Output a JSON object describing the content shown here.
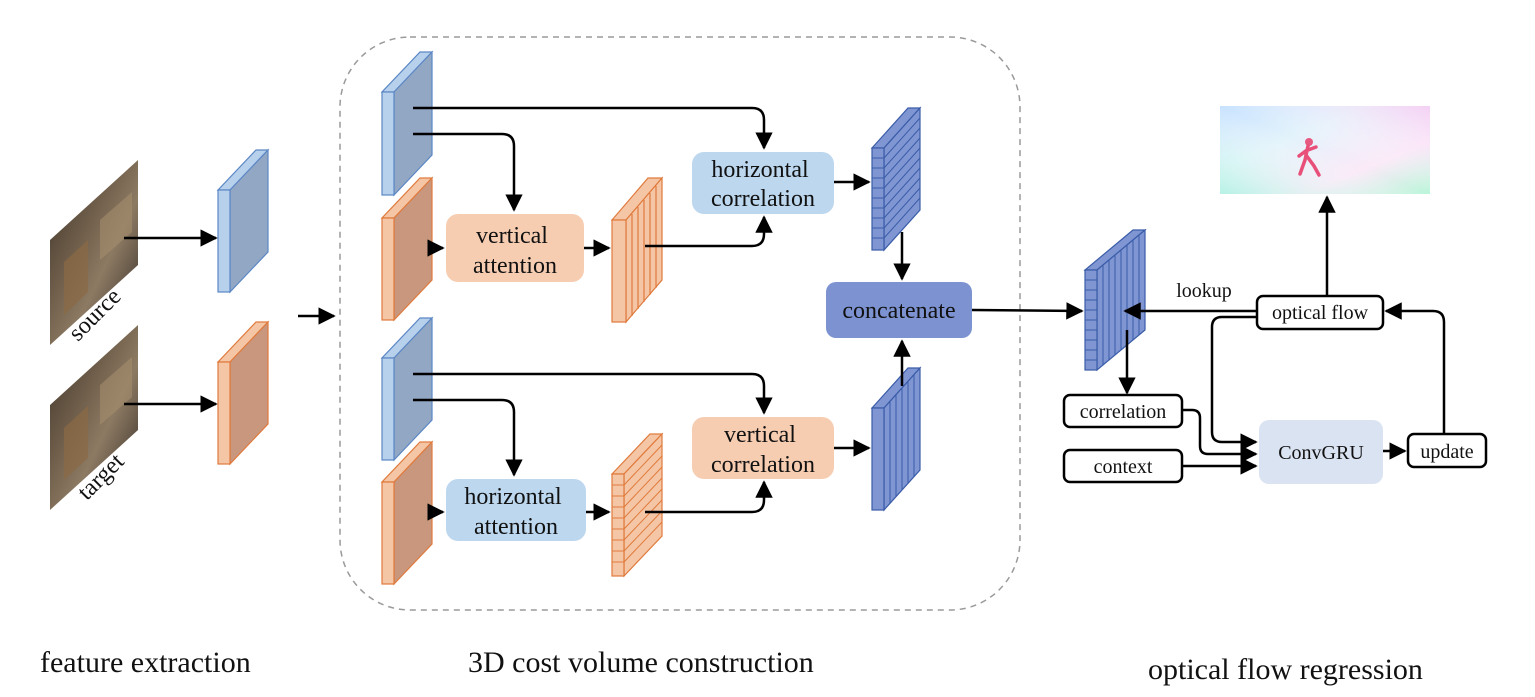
{
  "feature_extraction": {
    "images": [
      {
        "label": "source"
      },
      {
        "label": "target"
      }
    ],
    "caption": "feature extraction"
  },
  "cost_volume": {
    "top_path": {
      "attention_label": [
        "vertical",
        "attention"
      ],
      "correlation_label": [
        "horizontal",
        "correlation"
      ]
    },
    "bottom_path": {
      "attention_label": [
        "horizontal",
        "attention"
      ],
      "correlation_label": [
        "vertical",
        "correlation"
      ]
    },
    "concat_label": "concatenate",
    "caption": "3D cost volume construction"
  },
  "regression": {
    "lookup_label": "lookup",
    "optical_flow_label": "optical flow",
    "correlation_label": "correlation",
    "context_label": "context",
    "gru_label": "ConvGRU",
    "update_label": "update",
    "caption": "optical flow regression"
  },
  "colors": {
    "blue_face": "#b7d0ec",
    "blue_dark": "#92a7c3",
    "blue_stroke": "#5b87c5",
    "orange_face": "#f4c6a6",
    "orange_dark": "#c8977d",
    "orange_stroke": "#e07a3c",
    "vol_blue": "#7f96d3",
    "vol_blue_stroke": "#3b5ca8",
    "concat_fill": "#7d93d1",
    "attn_orange_fill": "#f7cdb2",
    "attn_blue_fill": "#bcd7ee",
    "gru_fill": "#dae3f2",
    "dash": "#9a9a9a"
  }
}
